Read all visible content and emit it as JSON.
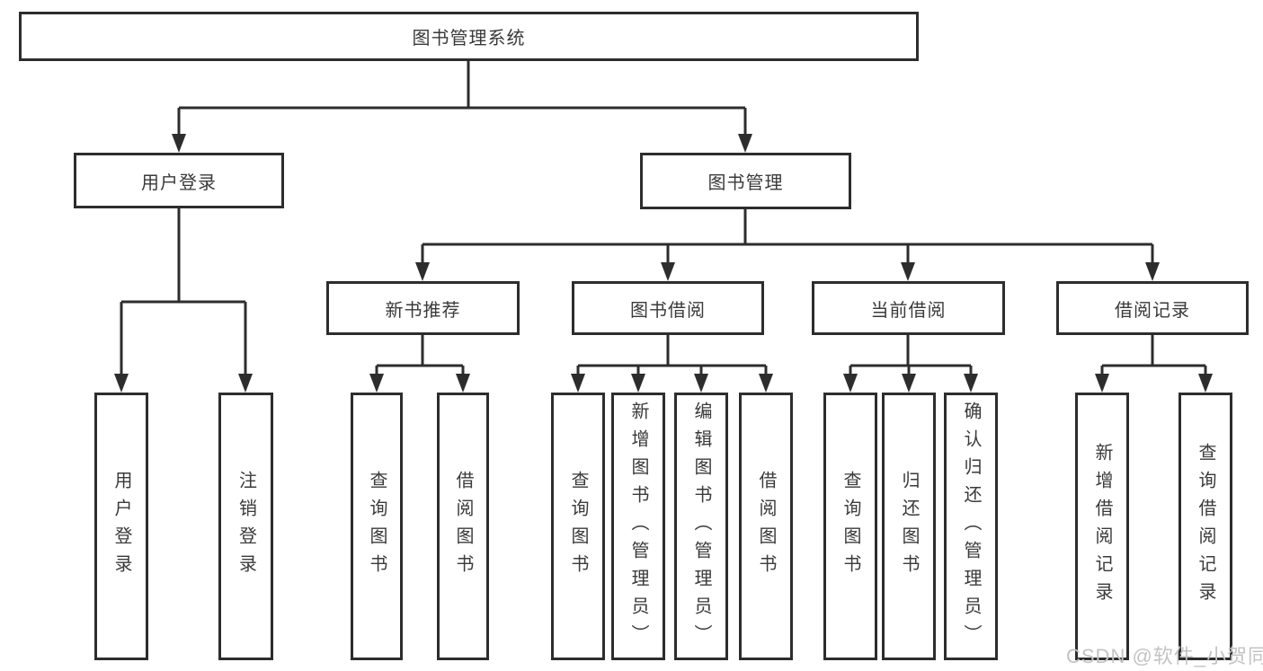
{
  "colors": {
    "line": "#2d2d2d",
    "text": "#3a3a3a",
    "background": "#ffffff",
    "watermark_color": "#c3c3c3"
  },
  "watermark": {
    "text": "CSDN @软件_小贺同学"
  },
  "tree": {
    "root": {
      "label": "图书管理系统"
    },
    "branches": [
      {
        "label": "用户登录",
        "children": [
          {
            "label": "用户登录"
          },
          {
            "label": "注销登录"
          }
        ]
      },
      {
        "label": "图书管理",
        "groups": [
          {
            "label": "新书推荐",
            "children": [
              {
                "label": "查询图书"
              },
              {
                "label": "借阅图书"
              }
            ]
          },
          {
            "label": "图书借阅",
            "children": [
              {
                "label": "查询图书"
              },
              {
                "label": "新增图书（管理员）"
              },
              {
                "label": "编辑图书（管理员）"
              },
              {
                "label": "借阅图书"
              }
            ]
          },
          {
            "label": "当前借阅",
            "children": [
              {
                "label": "查询图书"
              },
              {
                "label": "归还图书"
              },
              {
                "label": "确认归还（管理员）"
              }
            ]
          },
          {
            "label": "借阅记录",
            "children": [
              {
                "label": "新增借阅记录"
              },
              {
                "label": "查询借阅记录"
              }
            ]
          }
        ]
      }
    ]
  }
}
